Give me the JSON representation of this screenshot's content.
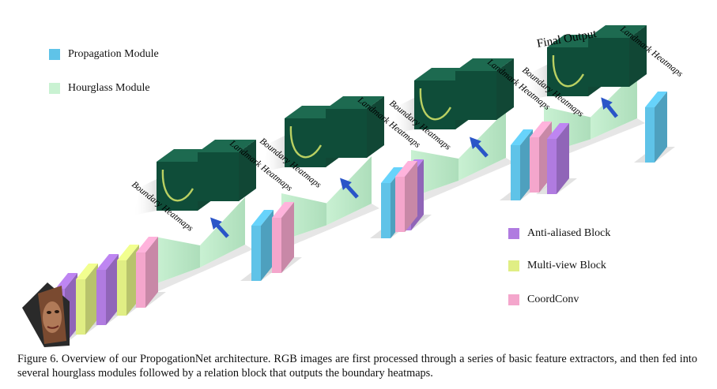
{
  "legend": {
    "propagation": {
      "label": "Propagation Module",
      "color": "#5fc3e8"
    },
    "hourglass": {
      "label": "Hourglass Module",
      "color": "#c9f2d2"
    },
    "antialiased": {
      "label": "Anti-aliased Block",
      "color": "#b07be0"
    },
    "multiview": {
      "label": "Multi-view Block",
      "color": "#e0ee84"
    },
    "coordconv": {
      "label": "CoordConv",
      "color": "#f4a6cc"
    }
  },
  "stages": [
    {
      "boundary": "Boundary Heatmaps",
      "landmark": "Landmark Heatmaps"
    },
    {
      "boundary": "Boundary Heatmaps",
      "landmark": "Landmark Heatmaps"
    },
    {
      "boundary": "Boundary Heatmaps",
      "landmark": "Landmark Heatmaps"
    },
    {
      "boundary": "Boundary Heatmaps",
      "landmark": "Landmark Heatmaps"
    }
  ],
  "final_output": "Final Output",
  "caption": "Figure 6. Overview of our PropogationNet architecture. RGB images are first processed through a series of basic feature extractors, and then fed into several hourglass modules followed by a relation block that outputs the boundary heatmaps."
}
